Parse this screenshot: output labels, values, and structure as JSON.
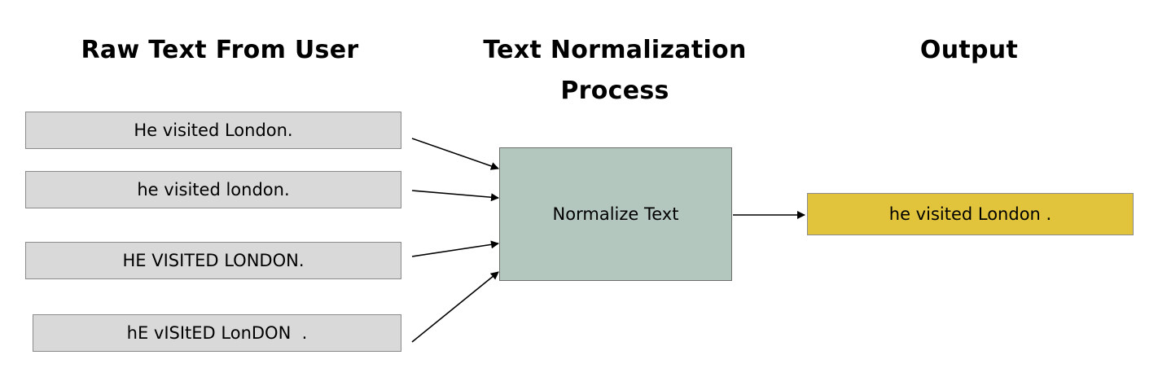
{
  "headings": {
    "input": "Raw Text From User",
    "process_line1": "Text Normalization",
    "process_line2": "Process",
    "output": "Output"
  },
  "inputs": [
    "He visited London.",
    "he visited london.",
    "HE VISITED LONDON.",
    "hE vISItED LonDON  ."
  ],
  "process": {
    "label": "Normalize Text"
  },
  "output": {
    "label": "he visited London ."
  },
  "colors": {
    "input_fill": "#d9d9d9",
    "process_fill": "#b3c7bf",
    "output_fill": "#e1c43c"
  }
}
